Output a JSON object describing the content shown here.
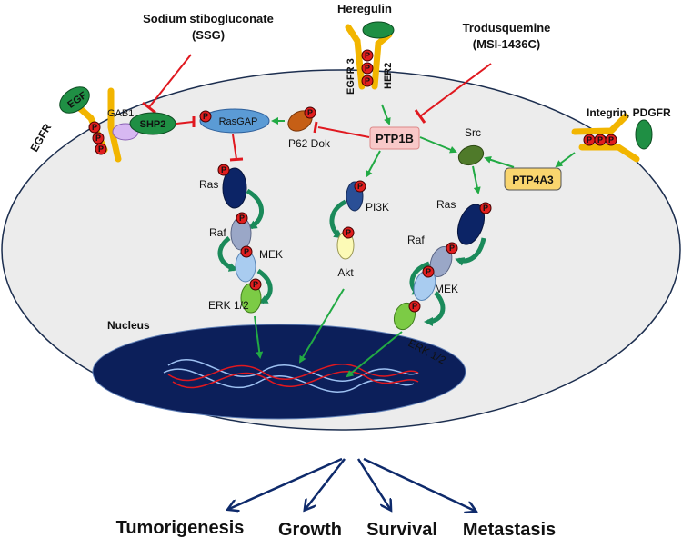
{
  "colors": {
    "cell_fill": "#ececec",
    "nucleus_fill": "#0c1f5a",
    "receptor": "#f2b500",
    "activation_arrow": "#22aa44",
    "inhibition": "#e0181f",
    "phospho": "#e01e1e",
    "outcome_arrow": "#0e2a6b",
    "ptp1b_fill": "#f8c8c8",
    "ptp4a3_fill": "#f9d56e"
  },
  "inhibitors": {
    "ssg": {
      "line1": "Sodium stibogluconate",
      "line2": "(SSG)"
    },
    "msi": {
      "line1": "Trodusquemine",
      "line2": "(MSI-1436C)"
    }
  },
  "ligands": {
    "heregulin": "Heregulin",
    "integrin": "Integrin, PDGFR",
    "egf": "EGF"
  },
  "receptors": {
    "egfr": "EGFR",
    "egfr3": "EGFR 3",
    "her2": "HER2"
  },
  "nodes": {
    "gab1": "GAB1",
    "shp2": "SHP2",
    "rasgap": "RasGAP",
    "p62dok": "P62 Dok",
    "ptp1b": "PTP1B",
    "src": "Src",
    "ptp4a3": "PTP4A3",
    "ras_left": "Ras",
    "raf_left": "Raf",
    "mek_left": "MEK",
    "erk_left": "ERK 1/2",
    "pi3k": "PI3K",
    "akt": "Akt",
    "ras_right": "Ras",
    "raf_right": "Raf",
    "mek_right": "MEK",
    "erk_right": "ERK 1/2",
    "nucleus": "Nucleus"
  },
  "phospho_label": "P",
  "outcomes": [
    "Tumorigenesis",
    "Growth",
    "Survival",
    "Metastasis"
  ]
}
